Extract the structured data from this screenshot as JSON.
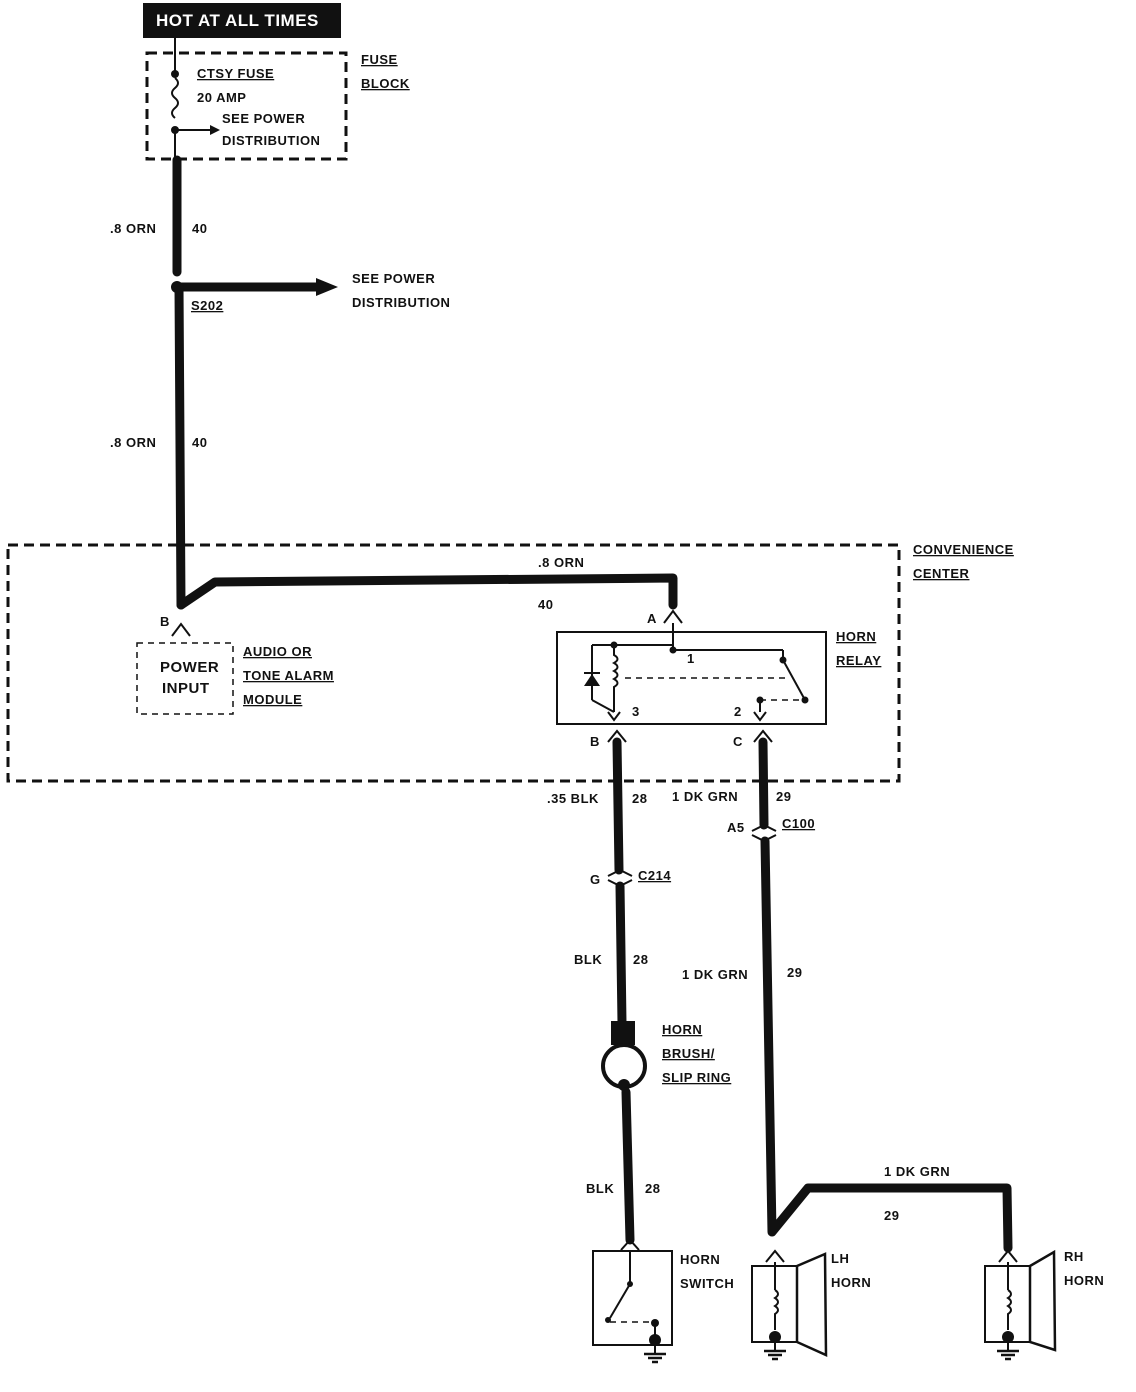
{
  "banner": "HOT AT ALL TIMES",
  "fuse_block": {
    "label_line1": "FUSE",
    "label_line2": "BLOCK",
    "fuse_name": "CTSY FUSE",
    "fuse_rating": "20 AMP",
    "note_line1": "SEE POWER",
    "note_line2": "DISTRIBUTION"
  },
  "wire_upper": {
    "gauge_color": ".8 ORN",
    "circuit": "40"
  },
  "splice": {
    "id": "S202",
    "note_line1": "SEE POWER",
    "note_line2": "DISTRIBUTION"
  },
  "wire_mid": {
    "gauge_color": ".8 ORN",
    "circuit": "40"
  },
  "convenience_center": {
    "label_line1": "CONVENIENCE",
    "label_line2": "CENTER",
    "wire_gauge_color": ".8 ORN",
    "wire_circuit": "40",
    "terminal_b": "B",
    "terminal_a": "A"
  },
  "alarm_module": {
    "box_line1": "POWER",
    "box_line2": "INPUT",
    "label_line1": "AUDIO OR",
    "label_line2": "TONE ALARM",
    "label_line3": "MODULE"
  },
  "horn_relay": {
    "label_line1": "HORN",
    "label_line2": "RELAY",
    "pin1": "1",
    "pin2": "2",
    "pin3": "3",
    "terminal_b": "B",
    "terminal_c": "C"
  },
  "wire_blk_top": {
    "gauge_color": ".35 BLK",
    "circuit": "28"
  },
  "wire_grn_top": {
    "gauge_color": "1 DK GRN",
    "circuit": "29"
  },
  "connector_c100": {
    "pin": "A5",
    "id": "C100"
  },
  "connector_c214": {
    "pin": "G",
    "id": "C214"
  },
  "wire_blk_mid": {
    "gauge_color": "BLK",
    "circuit": "28"
  },
  "wire_grn_mid": {
    "gauge_color": "1 DK GRN",
    "circuit": "29"
  },
  "slip_ring": {
    "label_line1": "HORN",
    "label_line2": "BRUSH/",
    "label_line3": "SLIP RING"
  },
  "wire_blk_low": {
    "gauge_color": "BLK",
    "circuit": "28"
  },
  "wire_grn_right": {
    "gauge_color": "1 DK GRN",
    "circuit": "29"
  },
  "horn_switch": {
    "label_line1": "HORN",
    "label_line2": "SWITCH"
  },
  "lh_horn": {
    "label_line1": "LH",
    "label_line2": "HORN"
  },
  "rh_horn": {
    "label_line1": "RH",
    "label_line2": "HORN"
  }
}
